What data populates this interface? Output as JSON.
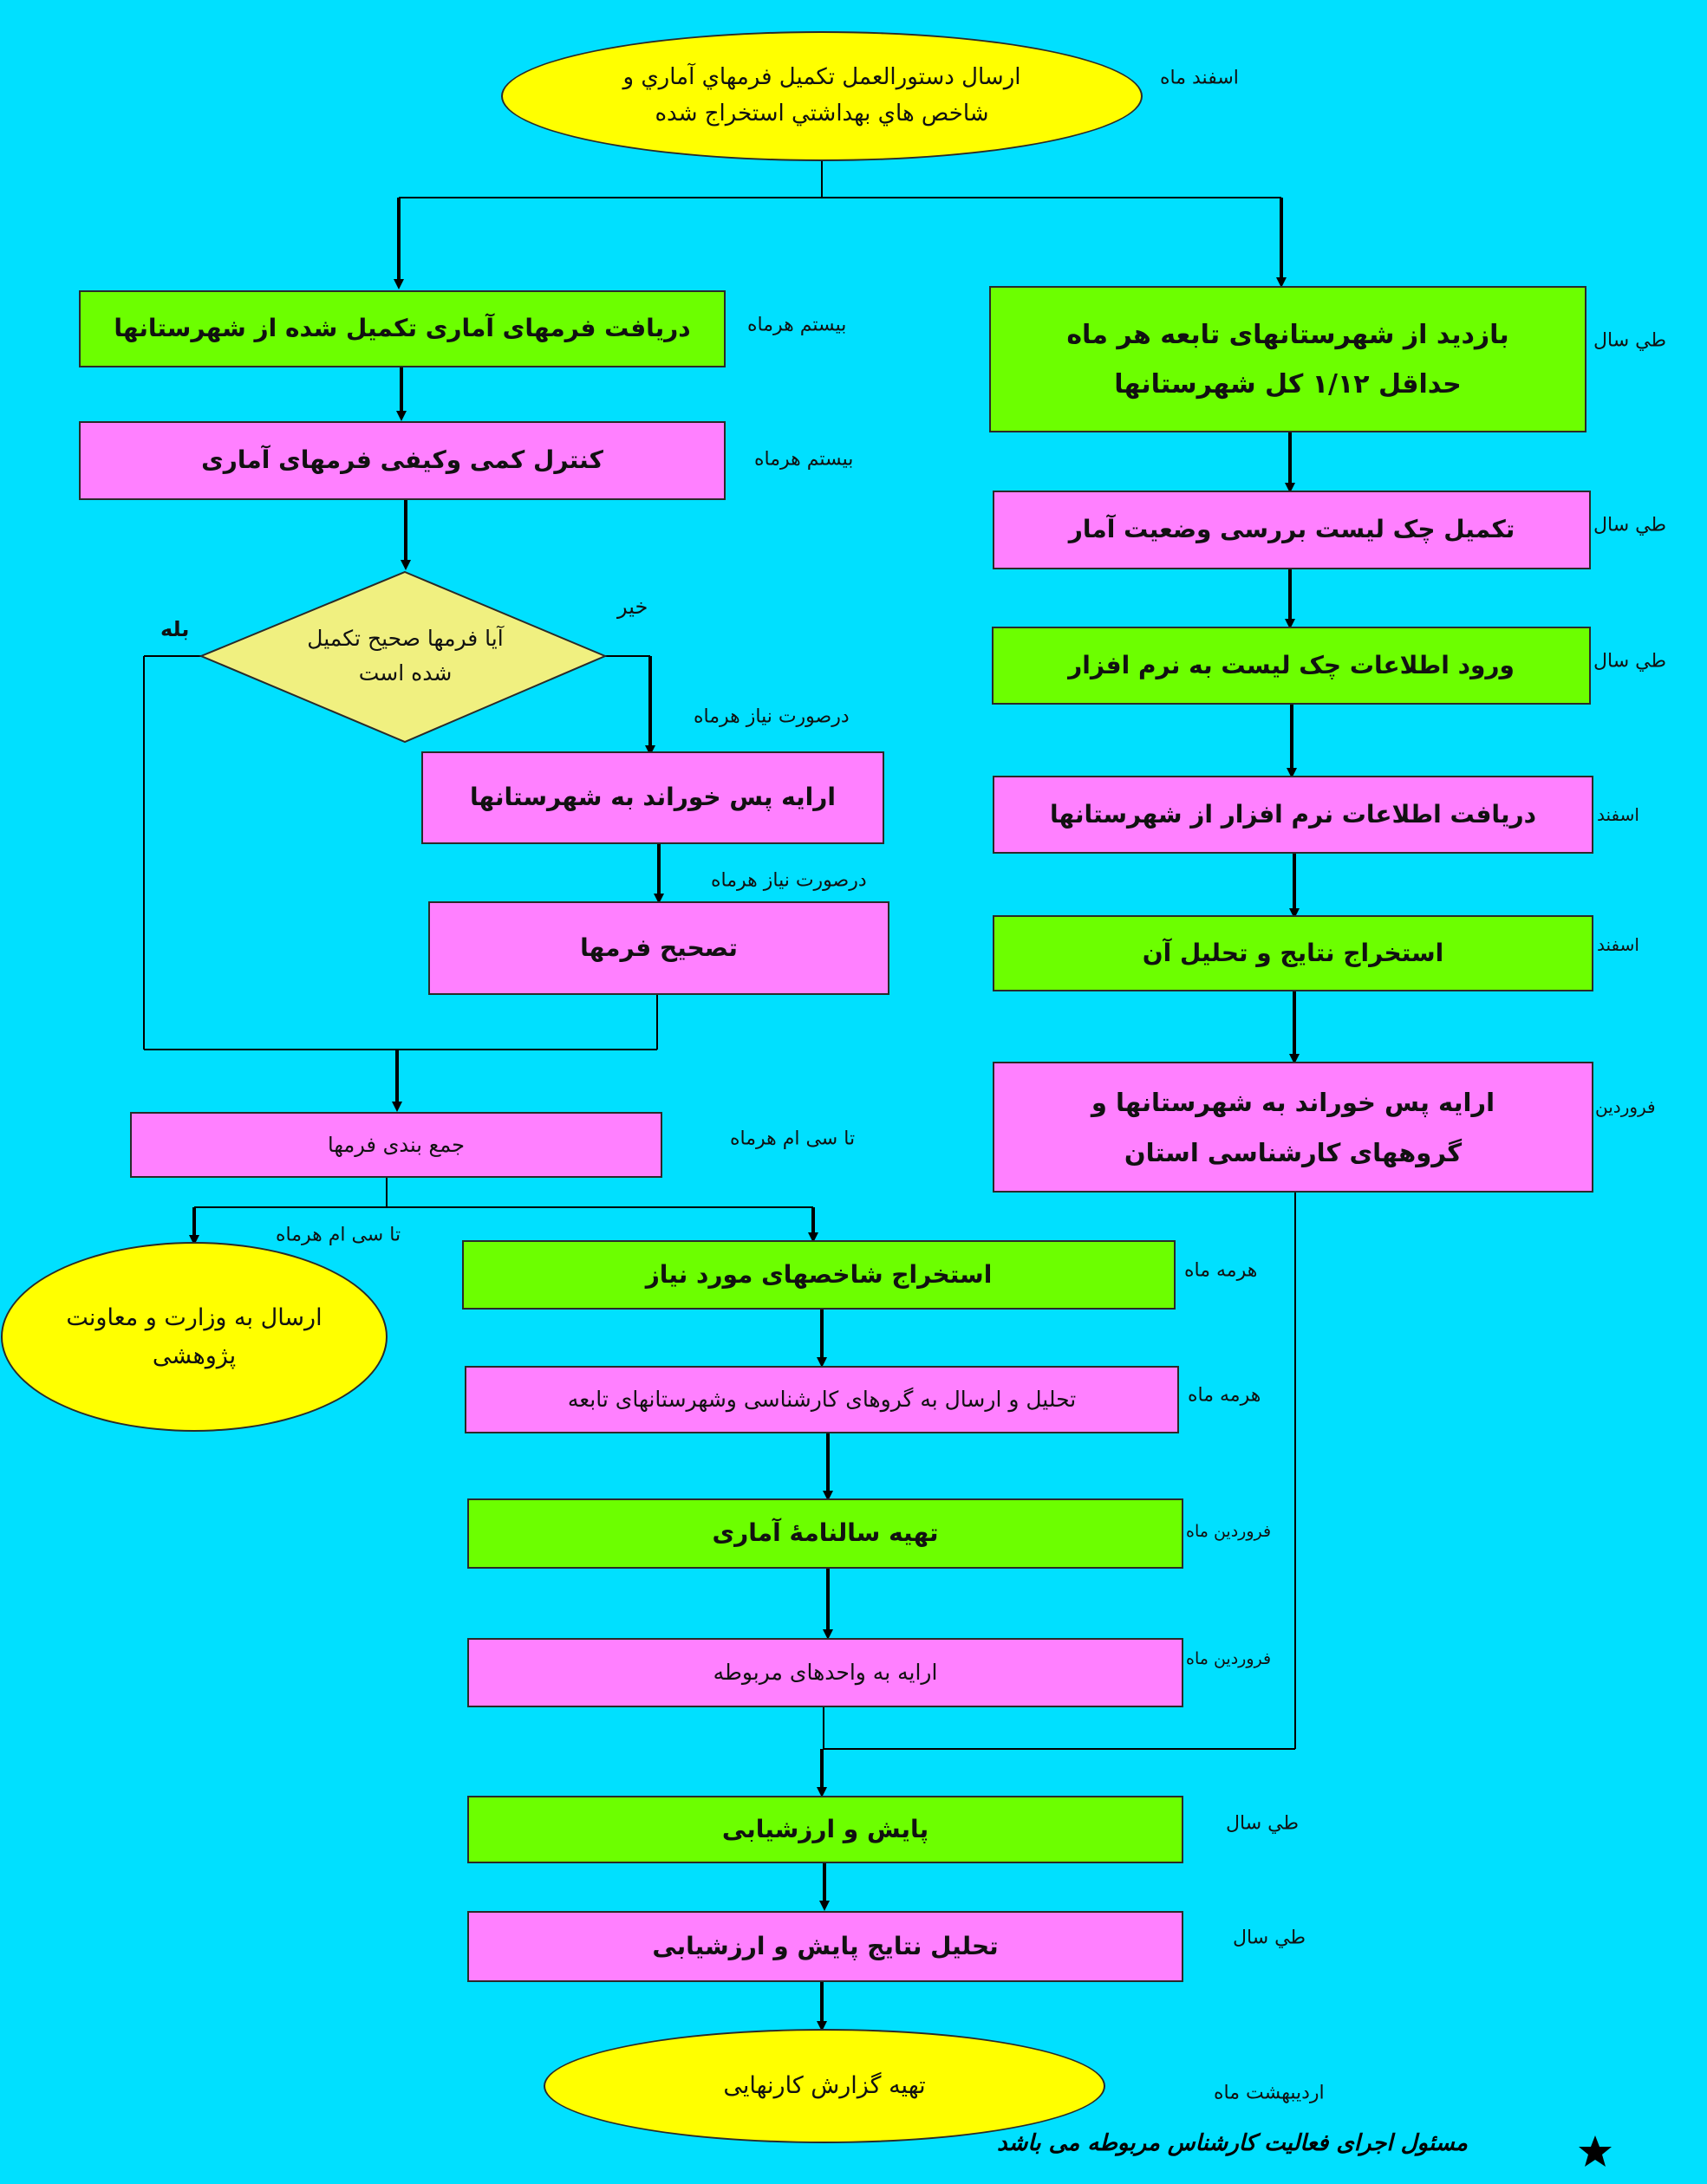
{
  "colors": {
    "background": "#00E0FF",
    "green_box": "#6CFF00",
    "pink_box": "#FF80FF",
    "yellow_oval": "#FFFF00",
    "decision": "#F0F080"
  },
  "nodes": {
    "start": "ارسال دستورالعمل تکمیل فرمهاي آماري و شاخص هاي بهداشتي استخراج شده",
    "receive_forms": "دریافت فرمهای آماری تکمیل شده از شهرستانها",
    "control_forms": "کنترل کمی وکیفی فرمهای آماری",
    "decision": "آیا فرمها صحیح تکمیل شده است",
    "feedback_to_cities": "ارایه پس خوراند به شهرستانها",
    "correct_forms": "تصحیح فرمها",
    "summarize_forms": "جمع بندی فرمها",
    "send_ministry": "ارسال به وزارت و معاونت پژوهشی",
    "extract_indicators": "استخراج شاخصهای مورد نیاز",
    "analysis_send": "تحلیل و ارسال به گروهای کارشناسی وشهرستانهای تابعه",
    "prepare_yearbook": "تهیه سالنامهٔ آماری",
    "present_units": "ارایه به واحدهای مربوطه",
    "visit_cities": "بازدید از شهرستانهای تابعه هر ماه حداقل ۱/۱۲ کل شهرستانها",
    "checklist": "تکمیل چک لیست بررسی وضعیت آمار",
    "data_entry": "ورود اطلاعات چک لیست به نرم افزار",
    "receive_software": "دریافت اطلاعات نرم افزار از شهرستانها",
    "extract_results": "استخراج نتایج و تحلیل آن",
    "feedback_groups": "ارایه پس خوراند به شهرستانها و گروههای کارشناسی استان",
    "monitoring": "پایش و ارزشیابی",
    "analysis_monitoring": "تحلیل نتایج پایش و ارزشیابی",
    "final_report": "تهیه گزارش کارنهایی"
  },
  "branch_labels": {
    "yes": "بله",
    "no": "خیر"
  },
  "time_labels": {
    "start": "اسفند ماه",
    "receive_forms": "بیستم هرماه",
    "control_forms": "بیستم هرماه",
    "feedback_to_cities": "درصورت نیاز هرماه",
    "correct_forms": "درصورت نیاز هرماه",
    "summarize_forms": "تا سی ام هرماه",
    "send_ministry": "تا سی ام هرماه",
    "extract_indicators": "هرمه ماه",
    "analysis_send": "هرمه ماه",
    "prepare_yearbook": "فروردین ماه",
    "present_units": "فروردین ماه",
    "visit_cities": "طي سال",
    "checklist": "طي سال",
    "data_entry": "طي سال",
    "receive_software": "اسفند",
    "extract_results": "اسفند",
    "feedback_groups": "فروردین",
    "monitoring": "طي سال",
    "analysis_monitoring": "طي سال",
    "final_report": "ارديبهشت ماه"
  },
  "footnote": "مسئول اجرای فعالیت کارشناس مربوطه می باشد",
  "footnote_icon": "star-icon"
}
